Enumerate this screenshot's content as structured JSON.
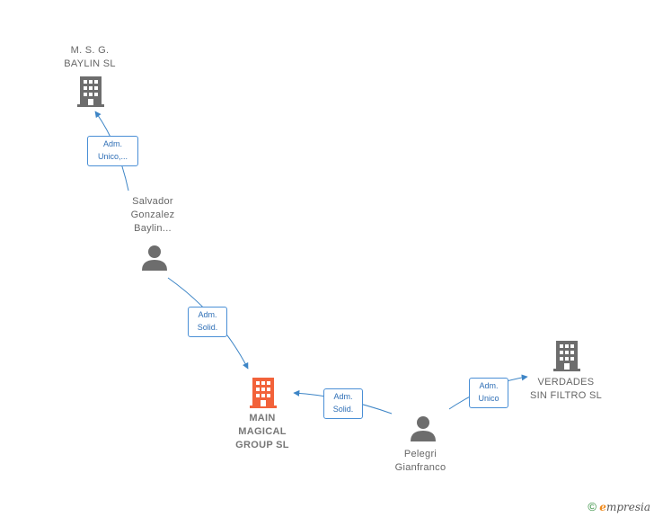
{
  "colors": {
    "edge": "#3d85c6",
    "company": "#6d6d6d",
    "company_main": "#f2623a",
    "person": "#6d6d6d"
  },
  "nodes": {
    "msg_baylin": {
      "label": "M.  S. G.\nBAYLIN  SL",
      "icon": "building-icon"
    },
    "salvador": {
      "label": "Salvador\nGonzalez\nBaylin...",
      "icon": "person-icon"
    },
    "main_magical": {
      "label": "MAIN\nMAGICAL\nGROUP  SL",
      "icon": "building-icon"
    },
    "pelegri": {
      "label": "Pelegri\nGianfranco",
      "icon": "person-icon"
    },
    "verdades": {
      "label": "VERDADES\nSIN FILTRO  SL",
      "icon": "building-icon"
    }
  },
  "edges": {
    "salvador_to_msg": {
      "label": "Adm.\nUnico,..."
    },
    "salvador_to_main": {
      "label": "Adm.\nSolid."
    },
    "pelegri_to_main": {
      "label": "Adm.\nSolid."
    },
    "pelegri_to_verdades": {
      "label": "Adm.\nUnico"
    }
  },
  "footer": {
    "copyright_symbol": "©",
    "brand_initial": "e",
    "brand_rest": "mpresia"
  }
}
